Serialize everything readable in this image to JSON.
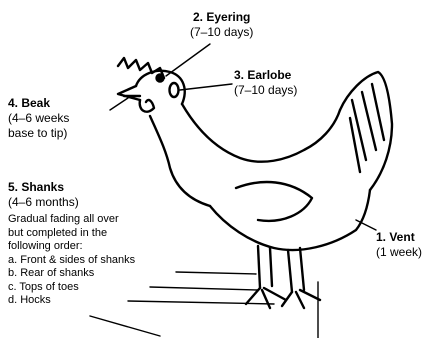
{
  "colors": {
    "ink": "#000000",
    "background": "#ffffff"
  },
  "labels": {
    "eyering": {
      "title": "2. Eyering",
      "sub": "(7–10 days)"
    },
    "earlobe": {
      "title": "3. Earlobe",
      "sub": "(7–10 days)"
    },
    "beak": {
      "title": "4. Beak",
      "sub1": "(4–6 weeks",
      "sub2": "base to tip)"
    },
    "shanks": {
      "title": "5. Shanks",
      "sub": "(4–6 months)",
      "desc": [
        "Gradual fading all over",
        "but completed in the",
        "following order:"
      ],
      "order": [
        "a. Front & sides of shanks",
        "b. Rear of shanks",
        "c. Tops of toes",
        "d. Hocks"
      ]
    },
    "vent": {
      "title": "1. Vent",
      "sub": "(1 week)"
    }
  }
}
